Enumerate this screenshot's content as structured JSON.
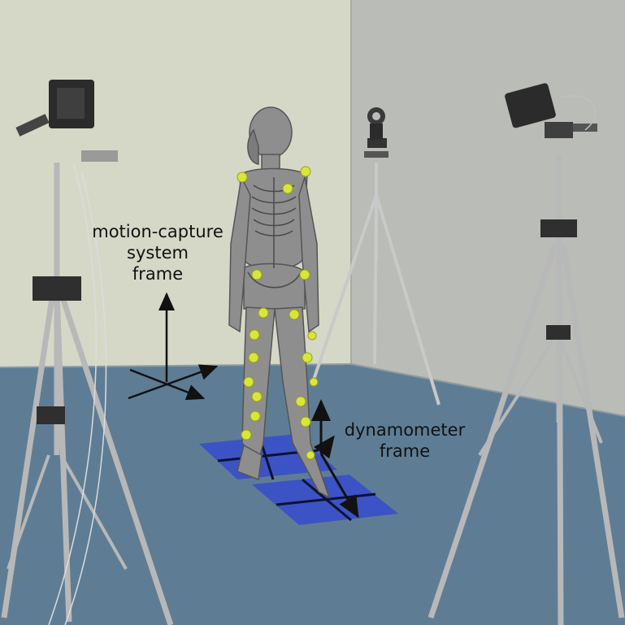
{
  "labels": {
    "mocap_frame": [
      "motion-capture",
      "system",
      "frame"
    ],
    "dynamometer_frame": [
      "dynamometer",
      "frame"
    ]
  },
  "colors": {
    "left_wall": "#d5d8c7",
    "right_wall": "#b9bcb7",
    "floor": "#5e7d95",
    "force_plate": "#3a4fc9",
    "marker": "#d8e63a",
    "figure": "#8e8e8e",
    "tripod_metal": "#b8b8b8",
    "camera_body": "#2b2b2b",
    "axis": "#111111"
  },
  "scene": {
    "icons": [
      "camera-icon",
      "tripod-icon",
      "skeleton-figure-icon",
      "force-plate-icon",
      "marker-icon",
      "axis-arrow-icon"
    ]
  }
}
